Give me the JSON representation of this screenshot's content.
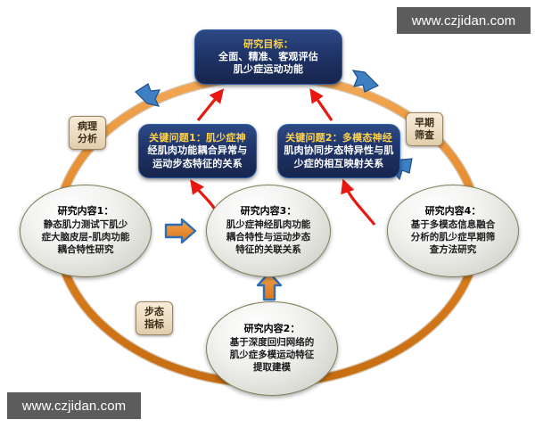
{
  "watermarks": {
    "top_right": "www.czjidan.com",
    "bottom_left": "www.czjidan.com"
  },
  "goal": {
    "title": "研究目标：",
    "line2": "全面、精准、客观评估",
    "line3": "肌少症运动功能"
  },
  "key_questions": [
    {
      "id": "q1",
      "line1": "关键问题1：肌少症神",
      "line2": "经肌肉功能耦合异常与",
      "line3": "运动步态特征的关系"
    },
    {
      "id": "q2",
      "line1": "关键问题2：多模态神经",
      "line2": "肌肉协同步态特异性与肌",
      "line3": "少症的相互映射关系"
    }
  ],
  "research_contents": [
    {
      "id": "c1",
      "title": "研究内容1：",
      "line2": "静态肌力测试下肌少",
      "line3": "症大脑皮层-肌肉功能",
      "line4": "耦合特性研究"
    },
    {
      "id": "c3",
      "title": "研究内容3：",
      "line2": "肌少症神经肌肉功能",
      "line3": "耦合特性与运动步态",
      "line4": "特征的关联关系"
    },
    {
      "id": "c4",
      "title": "研究内容4：",
      "line2": "基于多模态信息融合",
      "line3": "分析的肌少症早期筛",
      "line4": "查方法研究"
    },
    {
      "id": "c2",
      "title": "研究内容2：",
      "line2": "基于深度回归网络的",
      "line3": "肌少症多模运动特征",
      "line4": "提取建模"
    }
  ],
  "ring_labels": [
    {
      "id": "pathology",
      "line1": "病理",
      "line2": "分析"
    },
    {
      "id": "screening",
      "line1": "早期",
      "line2": "筛查"
    },
    {
      "id": "gait",
      "line1": "步态",
      "line2": "指标"
    }
  ],
  "colors": {
    "ring": "#e08a2e",
    "ring_arrowhead": "#2f6fb5",
    "navy_box": "#1f3468",
    "navy_border": "#2f5fa8",
    "highlight_text": "#ffd24a",
    "red_arrow": "#e8170f",
    "flow_arrow_fill": "#e78a2b",
    "flow_arrow_border": "#2f6fb5",
    "oval_fill": "#e6e6e2",
    "tan_label": "#ecdcc0",
    "watermark_bg": "#5c5c5c",
    "background": "#ffffff"
  }
}
